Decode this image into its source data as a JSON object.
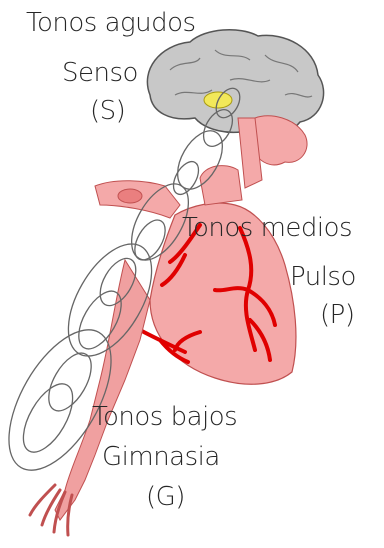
{
  "labels": {
    "high_tones": "Tonos agudos",
    "sense": "Senso",
    "sense_abbr": "(S)",
    "mid_tones": "Tonos medios",
    "pulse": "Pulso",
    "pulse_abbr": "(P)",
    "low_tones": "Tonos bajos",
    "gymnastics": "Gimnasia",
    "gymnastics_abbr": "(G)"
  },
  "colors": {
    "brain": "#c8c8c8",
    "brain_outline": "#555555",
    "thalamus": "#f2e85a",
    "heart": "#f4a9a9",
    "heart_dark": "#ea7f7f",
    "vessels": "#e00000",
    "limb": "#f0a0a0",
    "ellipse_outline": "#666666",
    "text": "#262626"
  }
}
